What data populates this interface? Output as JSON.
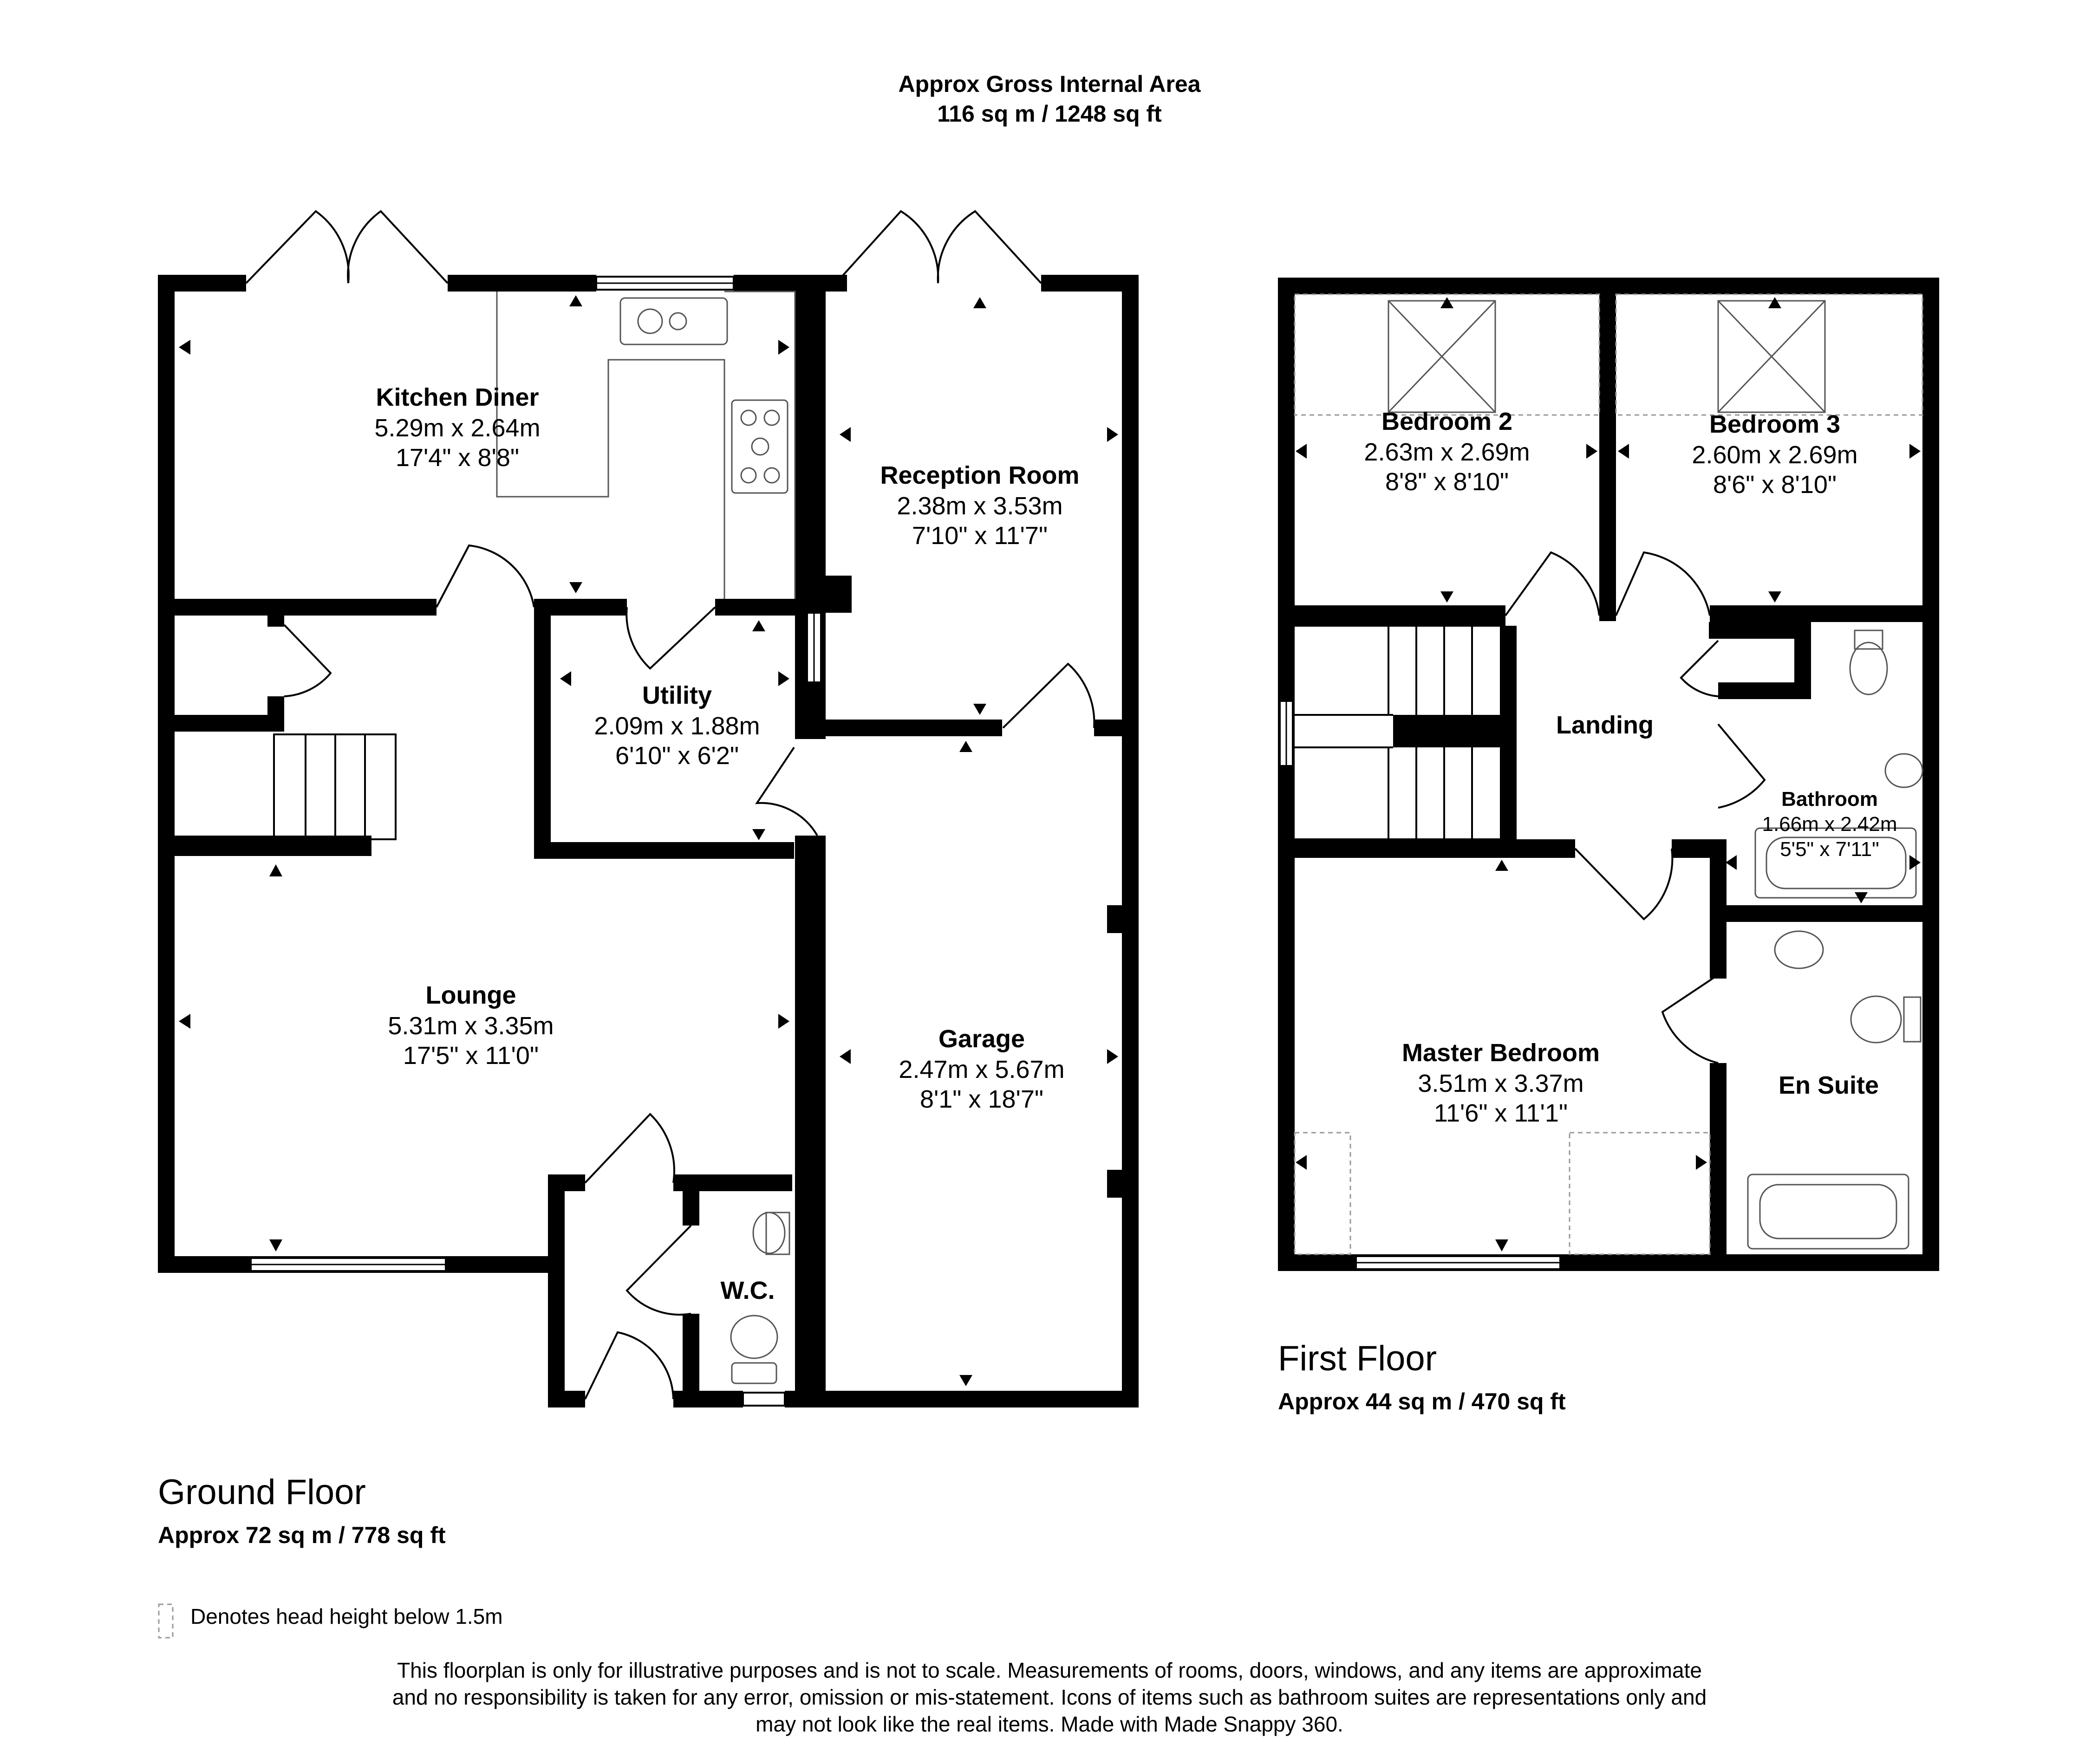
{
  "header": {
    "gia_title": "Approx Gross Internal Area",
    "gia_value": "116 sq m / 1248 sq ft"
  },
  "ground_floor": {
    "title": "Ground Floor",
    "area": "Approx 72 sq m / 778 sq ft",
    "rooms": {
      "kitchen": {
        "name": "Kitchen Diner",
        "metric": "5.29m x 2.64m",
        "imperial": "17'4\" x 8'8\""
      },
      "reception": {
        "name": "Reception Room",
        "metric": "2.38m x 3.53m",
        "imperial": "7'10\" x 11'7\""
      },
      "utility": {
        "name": "Utility",
        "metric": "2.09m x 1.88m",
        "imperial": "6'10\" x 6'2\""
      },
      "lounge": {
        "name": "Lounge",
        "metric": "5.31m x 3.35m",
        "imperial": "17'5\" x 11'0\""
      },
      "garage": {
        "name": "Garage",
        "metric": "2.47m x 5.67m",
        "imperial": "8'1\" x 18'7\""
      },
      "wc": {
        "name": "W.C."
      }
    }
  },
  "first_floor": {
    "title": "First Floor",
    "area": "Approx 44 sq m / 470 sq ft",
    "rooms": {
      "bedroom2": {
        "name": "Bedroom 2",
        "metric": "2.63m x 2.69m",
        "imperial": "8'8\" x 8'10\""
      },
      "bedroom3": {
        "name": "Bedroom 3",
        "metric": "2.60m x 2.69m",
        "imperial": "8'6\" x 8'10\""
      },
      "landing": {
        "name": "Landing"
      },
      "bathroom": {
        "name": "Bathroom",
        "metric": "1.66m x 2.42m",
        "imperial": "5'5\" x 7'11\""
      },
      "master": {
        "name": "Master Bedroom",
        "metric": "3.51m x 3.37m",
        "imperial": "11'6\" x 11'1\""
      },
      "ensuite": {
        "name": "En Suite"
      }
    }
  },
  "legend": {
    "text": "Denotes head height below 1.5m"
  },
  "disclaimer": {
    "line1": "This floorplan is only for illustrative purposes and is not to scale. Measurements of rooms, doors, windows, and any items are approximate",
    "line2": "and no responsibility is taken for any error, omission or mis-statement. Icons of items such as bathroom suites are representations only and",
    "line3": "may not look like the real items. Made with Made Snappy 360."
  }
}
